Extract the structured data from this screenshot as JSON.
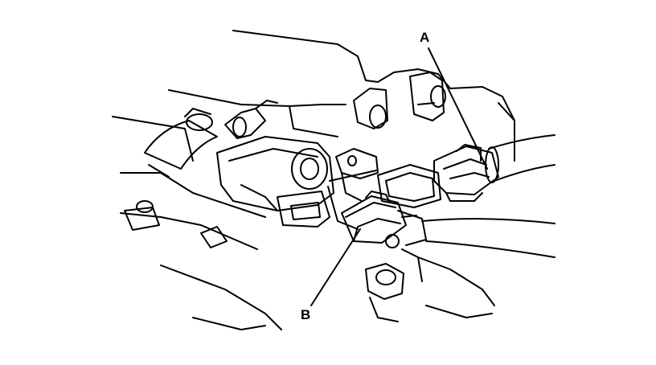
{
  "diagram": {
    "callouts": [
      {
        "id": "A",
        "text": "A"
      },
      {
        "id": "B",
        "text": "B"
      }
    ],
    "colors": {
      "ink": "#000000",
      "paper": "#ffffff"
    }
  }
}
